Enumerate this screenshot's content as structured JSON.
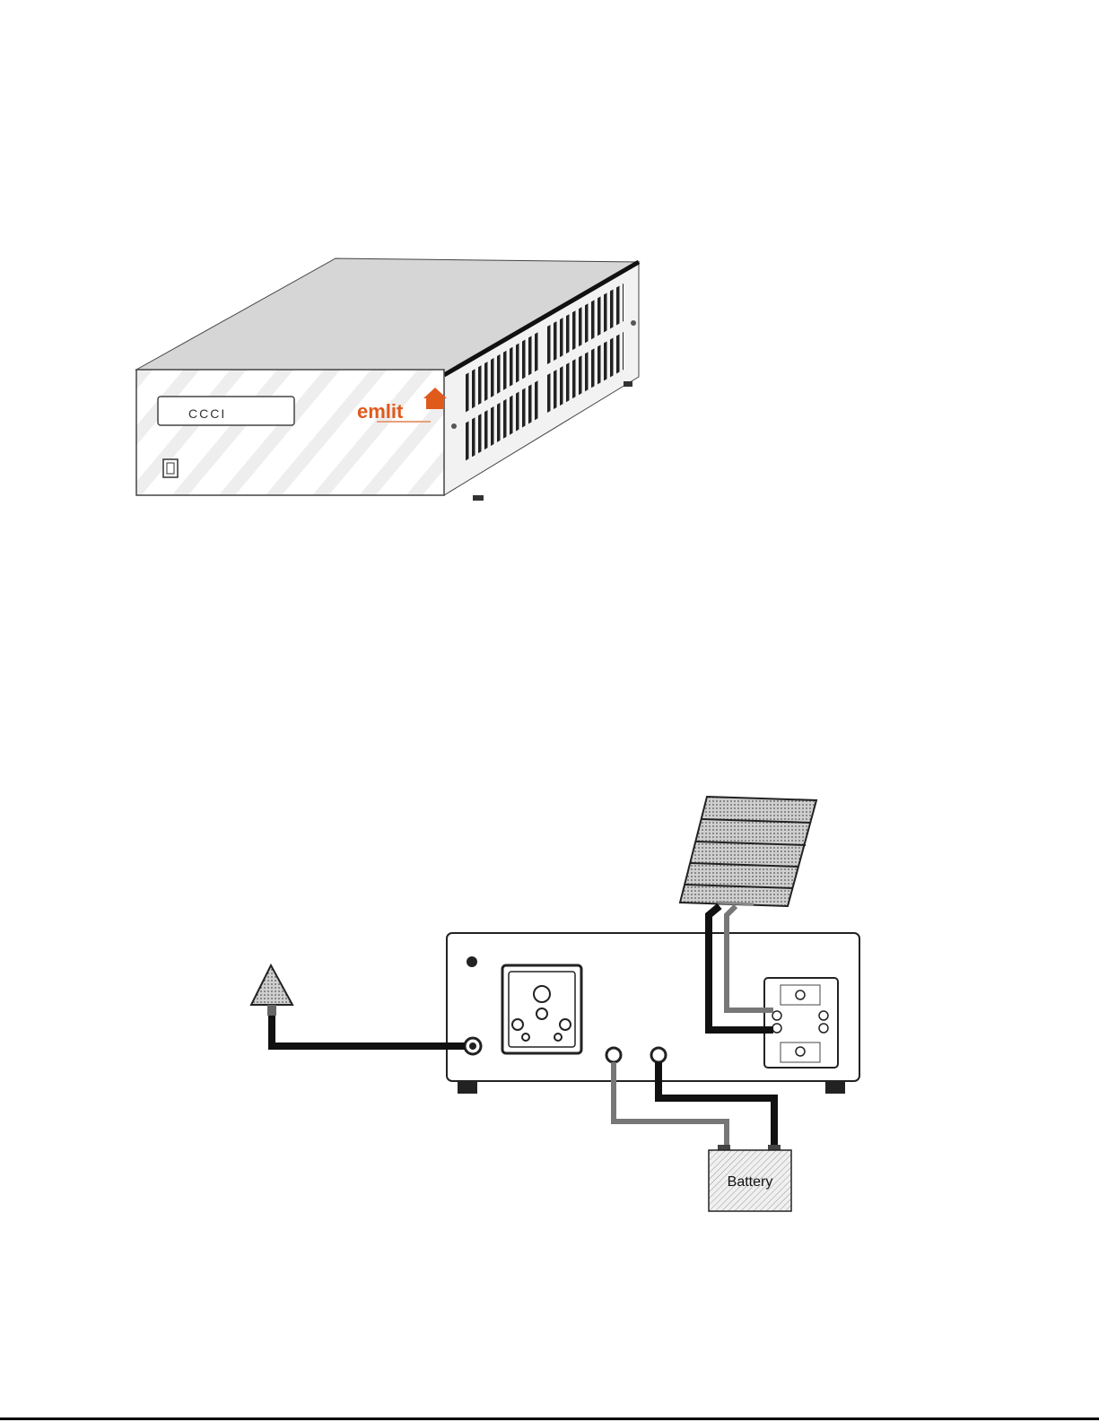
{
  "product_figure": {
    "display_text": "CCCI",
    "brand": "emlit",
    "brand_color": "#e05a1c",
    "icons": [
      "display-window",
      "power-switch-icon",
      "ventilation-slots",
      "logo-icon"
    ]
  },
  "wiring_figure": {
    "battery_label": "Battery",
    "components": [
      "solar-panel-icon",
      "lamp-icon",
      "inverter-rear-panel",
      "ac-socket-icon",
      "battery-icon",
      "terminal-block"
    ]
  }
}
